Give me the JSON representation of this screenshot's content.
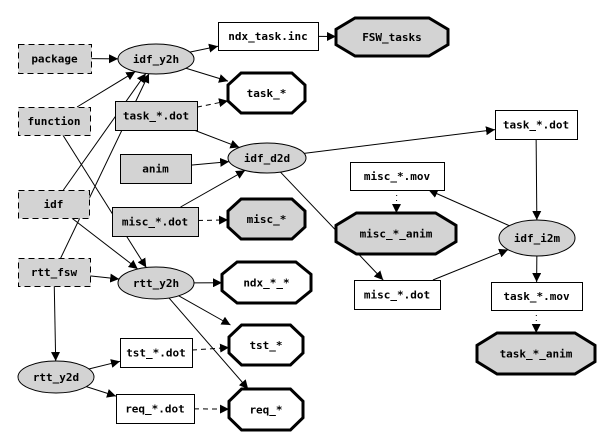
{
  "nodes": {
    "package": {
      "label": "package",
      "shape": "rect",
      "style": "dashed",
      "fill": "#d3d3d3"
    },
    "function": {
      "label": "function",
      "shape": "rect",
      "style": "dashed",
      "fill": "#d3d3d3"
    },
    "idf": {
      "label": "idf",
      "shape": "rect",
      "style": "dashed",
      "fill": "#d3d3d3"
    },
    "rtt_fsw": {
      "label": "rtt_fsw",
      "shape": "rect",
      "style": "dashed",
      "fill": "#d3d3d3"
    },
    "idf_y2h": {
      "label": "idf_y2h",
      "shape": "ellipse",
      "fill": "#d3d3d3"
    },
    "rtt_y2h": {
      "label": "rtt_y2h",
      "shape": "ellipse",
      "fill": "#d3d3d3"
    },
    "rtt_y2d": {
      "label": "rtt_y2d",
      "shape": "ellipse",
      "fill": "#d3d3d3"
    },
    "idf_d2d": {
      "label": "idf_d2d",
      "shape": "ellipse",
      "fill": "#d3d3d3"
    },
    "idf_i2m": {
      "label": "idf_i2m",
      "shape": "ellipse",
      "fill": "#d3d3d3"
    },
    "ndx_task_inc": {
      "label": "ndx_task.inc",
      "shape": "rect",
      "fill": "#ffffff"
    },
    "fsw_tasks": {
      "label": "FSW_tasks",
      "shape": "octagon",
      "fill": "#d3d3d3"
    },
    "task_star": {
      "label": "task_*",
      "shape": "octagon",
      "fill": "#ffffff"
    },
    "task_dot_in": {
      "label": "task_*.dot",
      "shape": "rect",
      "fill": "#d3d3d3"
    },
    "anim": {
      "label": "anim",
      "shape": "rect",
      "fill": "#d3d3d3"
    },
    "misc_dot_in": {
      "label": "misc_*.dot",
      "shape": "rect",
      "fill": "#d3d3d3"
    },
    "misc_star": {
      "label": "misc_*",
      "shape": "octagon",
      "fill": "#d3d3d3"
    },
    "task_dot_out": {
      "label": "task_*.dot",
      "shape": "rect",
      "fill": "#ffffff"
    },
    "misc_mov": {
      "label": "misc_*.mov",
      "shape": "rect",
      "fill": "#ffffff"
    },
    "misc_anim": {
      "label": "misc_*_anim",
      "shape": "octagon",
      "fill": "#d3d3d3"
    },
    "misc_dot_out": {
      "label": "misc_*.dot",
      "shape": "rect",
      "fill": "#ffffff"
    },
    "task_mov": {
      "label": "task_*.mov",
      "shape": "rect",
      "fill": "#ffffff"
    },
    "task_anim": {
      "label": "task_*_anim",
      "shape": "octagon",
      "fill": "#d3d3d3"
    },
    "ndx_star_star": {
      "label": "ndx_*_*",
      "shape": "octagon",
      "fill": "#ffffff"
    },
    "tst_dot": {
      "label": "tst_*.dot",
      "shape": "rect",
      "fill": "#ffffff"
    },
    "tst_star": {
      "label": "tst_*",
      "shape": "octagon",
      "fill": "#ffffff"
    },
    "req_dot": {
      "label": "req_*.dot",
      "shape": "rect",
      "fill": "#ffffff"
    },
    "req_star": {
      "label": "req_*",
      "shape": "octagon",
      "fill": "#ffffff"
    }
  },
  "edges": [
    {
      "from": "package",
      "to": "idf_y2h",
      "style": "solid"
    },
    {
      "from": "function",
      "to": "idf_y2h",
      "style": "solid"
    },
    {
      "from": "idf",
      "to": "idf_y2h",
      "style": "solid"
    },
    {
      "from": "rtt_fsw",
      "to": "idf_y2h",
      "style": "solid"
    },
    {
      "from": "function",
      "to": "rtt_y2h",
      "style": "solid"
    },
    {
      "from": "idf",
      "to": "rtt_y2h",
      "style": "solid"
    },
    {
      "from": "rtt_fsw",
      "to": "rtt_y2h",
      "style": "solid"
    },
    {
      "from": "rtt_fsw",
      "to": "rtt_y2d",
      "style": "solid"
    },
    {
      "from": "idf_y2h",
      "to": "ndx_task_inc",
      "style": "solid"
    },
    {
      "from": "ndx_task_inc",
      "to": "fsw_tasks",
      "style": "solid"
    },
    {
      "from": "idf_y2h",
      "to": "task_star",
      "style": "solid"
    },
    {
      "from": "task_dot_in",
      "to": "task_star",
      "style": "dashed"
    },
    {
      "from": "task_dot_in",
      "to": "idf_d2d",
      "style": "solid"
    },
    {
      "from": "anim",
      "to": "idf_d2d",
      "style": "solid"
    },
    {
      "from": "misc_dot_in",
      "to": "idf_d2d",
      "style": "solid"
    },
    {
      "from": "misc_dot_in",
      "to": "misc_star",
      "style": "dashed"
    },
    {
      "from": "idf_d2d",
      "to": "task_dot_out",
      "style": "solid"
    },
    {
      "from": "idf_d2d",
      "to": "misc_dot_out",
      "style": "solid"
    },
    {
      "from": "task_dot_out",
      "to": "idf_i2m",
      "style": "solid"
    },
    {
      "from": "misc_dot_out",
      "to": "idf_i2m",
      "style": "solid"
    },
    {
      "from": "idf_i2m",
      "to": "misc_mov",
      "style": "solid"
    },
    {
      "from": "idf_i2m",
      "to": "task_mov",
      "style": "solid"
    },
    {
      "from": "misc_mov",
      "to": "misc_anim",
      "style": "dotted"
    },
    {
      "from": "task_mov",
      "to": "task_anim",
      "style": "dotted"
    },
    {
      "from": "rtt_y2h",
      "to": "ndx_star_star",
      "style": "solid"
    },
    {
      "from": "rtt_y2h",
      "to": "tst_star",
      "style": "solid"
    },
    {
      "from": "rtt_y2h",
      "to": "req_star",
      "style": "solid"
    },
    {
      "from": "rtt_y2d",
      "to": "tst_dot",
      "style": "solid"
    },
    {
      "from": "rtt_y2d",
      "to": "req_dot",
      "style": "solid"
    },
    {
      "from": "tst_dot",
      "to": "tst_star",
      "style": "dashed"
    },
    {
      "from": "req_dot",
      "to": "req_star",
      "style": "dashed"
    }
  ]
}
